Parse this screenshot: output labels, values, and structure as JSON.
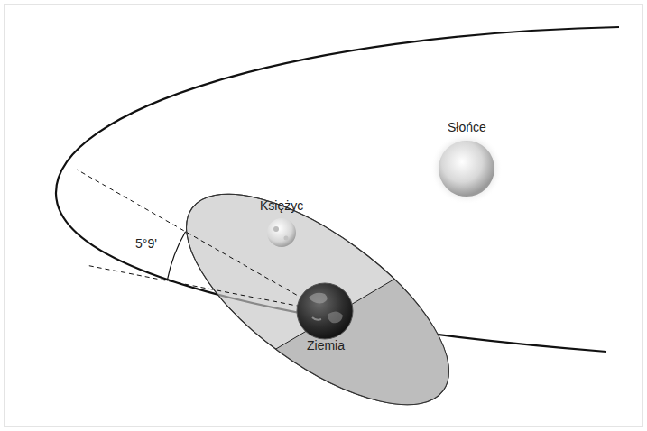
{
  "diagram": {
    "labels": [
      "Słońce",
      "Księżyc",
      "5°9'",
      "Ziemia"
    ]
  }
}
